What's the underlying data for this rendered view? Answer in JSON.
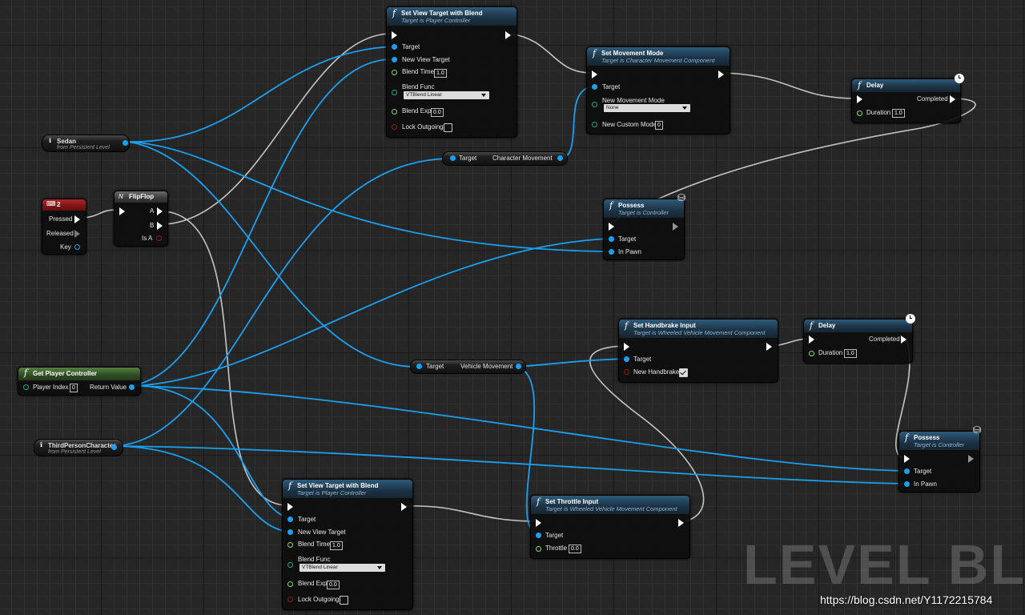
{
  "nodes": {
    "svt_top": {
      "title": "Set View Target with Blend",
      "subtitle": "Target is Player Controller",
      "target": "Target",
      "new_view_target": "New View Target",
      "blend_time": "Blend Time",
      "blend_time_val": "1.0",
      "blend_func": "Blend Func",
      "blend_func_val": "VTBlend Linear",
      "blend_exp": "Blend Exp",
      "blend_exp_val": "0.0",
      "lock_outgoing": "Lock Outgoing"
    },
    "set_movement_mode": {
      "title": "Set Movement Mode",
      "subtitle": "Target is Character Movement Component",
      "target": "Target",
      "new_movement_mode": "New Movement Mode",
      "mode_val": "None",
      "new_custom_mode": "New Custom Mode",
      "custom_val": "0"
    },
    "delay_top": {
      "title": "Delay",
      "completed": "Completed",
      "duration": "Duration",
      "duration_val": "1.0"
    },
    "sedan": {
      "title": "Sedan",
      "subtitle": "from Persistent Level"
    },
    "char_movement_getter": {
      "target": "Target",
      "output": "Character Movement"
    },
    "key_2": {
      "title": "2",
      "pressed": "Pressed",
      "released": "Released",
      "key": "Key"
    },
    "flipflop": {
      "title": "FlipFlop",
      "a": "A",
      "b": "B",
      "is_a": "Is A"
    },
    "possess_top": {
      "title": "Possess",
      "subtitle": "Target is Controller",
      "target": "Target",
      "in_pawn": "In Pawn"
    },
    "set_handbrake": {
      "title": "Set Handbrake Input",
      "subtitle": "Target is Wheeled Vehicle Movement Component",
      "target": "Target",
      "new_handbrake": "New Handbrake"
    },
    "delay_mid": {
      "title": "Delay",
      "completed": "Completed",
      "duration": "Duration",
      "duration_val": "1.0"
    },
    "vehicle_movement_getter": {
      "target": "Target",
      "output": "Vehicle Movement"
    },
    "get_player_controller": {
      "title": "Get Player Controller",
      "player_index": "Player Index",
      "player_index_val": "0",
      "return_value": "Return Value"
    },
    "third_person": {
      "title": "ThirdPersonCharacter",
      "subtitle": "from Persistent Level"
    },
    "possess_bottom": {
      "title": "Possess",
      "subtitle": "Target is Controller",
      "target": "Target",
      "in_pawn": "In Pawn"
    },
    "svt_bottom": {
      "title": "Set View Target with Blend",
      "subtitle": "Target is Player Controller",
      "target": "Target",
      "new_view_target": "New View Target",
      "blend_time": "Blend Time",
      "blend_time_val": "1.0",
      "blend_func": "Blend Func",
      "blend_func_val": "VTBlend Linear",
      "blend_exp": "Blend Exp",
      "blend_exp_val": "0.0",
      "lock_outgoing": "Lock Outgoing"
    },
    "set_throttle": {
      "title": "Set Throttle Input",
      "subtitle": "Target is Wheeled Vehicle Movement Component",
      "target": "Target",
      "throttle": "Throttle",
      "throttle_val": "0.0"
    }
  },
  "overlay": {
    "watermark": "LEVEL BLU",
    "url": "https://blog.csdn.net/Y1172215784"
  },
  "colors": {
    "object_wire": "#1aa0f0",
    "exec_wire": "#e0e0e0",
    "function_header": "#2f5b7a",
    "pure_header": "#55803f",
    "event_header": "#b0262a"
  }
}
